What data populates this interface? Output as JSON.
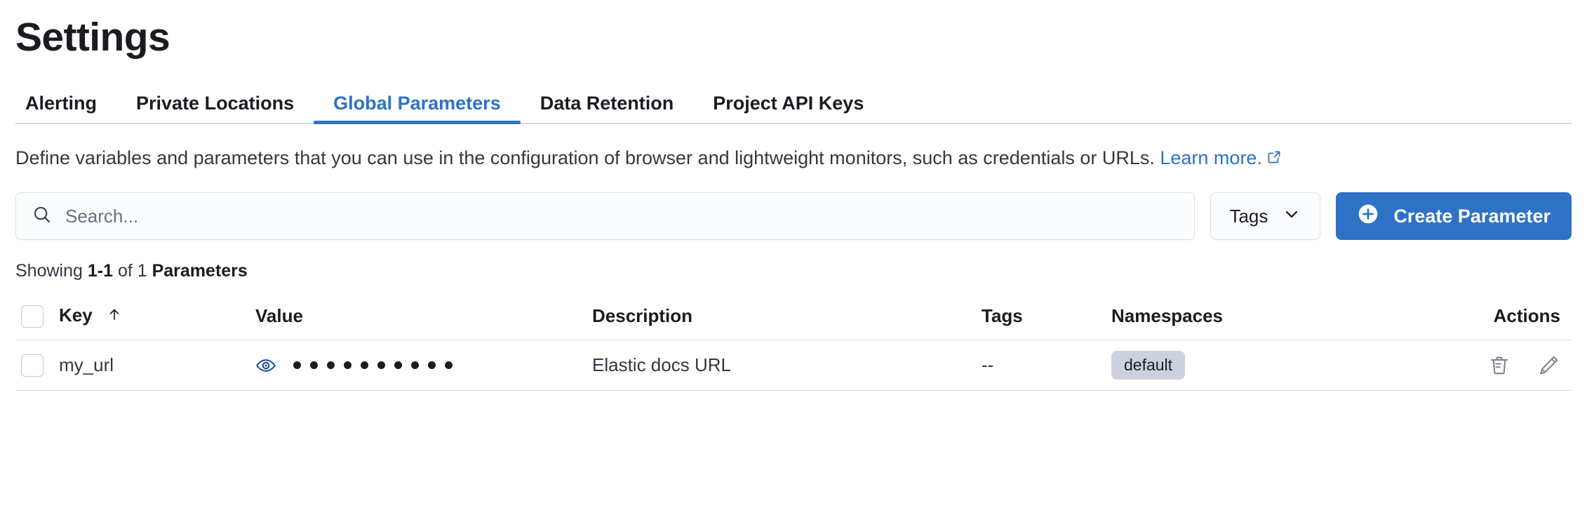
{
  "page": {
    "title": "Settings"
  },
  "tabs": [
    {
      "label": "Alerting",
      "active": false
    },
    {
      "label": "Private Locations",
      "active": false
    },
    {
      "label": "Global Parameters",
      "active": true
    },
    {
      "label": "Data Retention",
      "active": false
    },
    {
      "label": "Project API Keys",
      "active": false
    }
  ],
  "description": {
    "text": "Define variables and parameters that you can use in the configuration of browser and lightweight monitors, such as credentials or URLs. ",
    "link_label": "Learn more.",
    "link_icon": "external-link-icon"
  },
  "controls": {
    "search_placeholder": "Search...",
    "search_value": "",
    "search_icon": "search-icon",
    "tags_label": "Tags",
    "tags_chevron_icon": "chevron-down-icon",
    "create_label": "Create Parameter",
    "create_icon": "plus-circle-icon"
  },
  "results": {
    "prefix": "Showing ",
    "range": "1-1",
    "middle": " of 1 ",
    "noun": "Parameters"
  },
  "table": {
    "columns": [
      {
        "label": "",
        "key": "select"
      },
      {
        "label": "Key",
        "key": "key",
        "sort": "asc",
        "sort_icon": "arrow-up-icon"
      },
      {
        "label": "Value",
        "key": "value"
      },
      {
        "label": "Description",
        "key": "description"
      },
      {
        "label": "Tags",
        "key": "tags"
      },
      {
        "label": "Namespaces",
        "key": "namespaces"
      },
      {
        "label": "Actions",
        "key": "actions"
      }
    ],
    "rows": [
      {
        "key": "my_url",
        "value_masked": "••••••••••",
        "value_dots": 10,
        "value_toggle_icon": "eye-icon",
        "description": "Elastic docs URL",
        "tags": "--",
        "namespaces": "default",
        "actions": [
          "trash-icon",
          "pencil-icon"
        ]
      }
    ]
  },
  "colors": {
    "accent": "#2e72c6",
    "text": "#1a1c21",
    "muted": "#69707d",
    "border": "#d3dae6",
    "badge_bg": "#ccd2dd"
  }
}
